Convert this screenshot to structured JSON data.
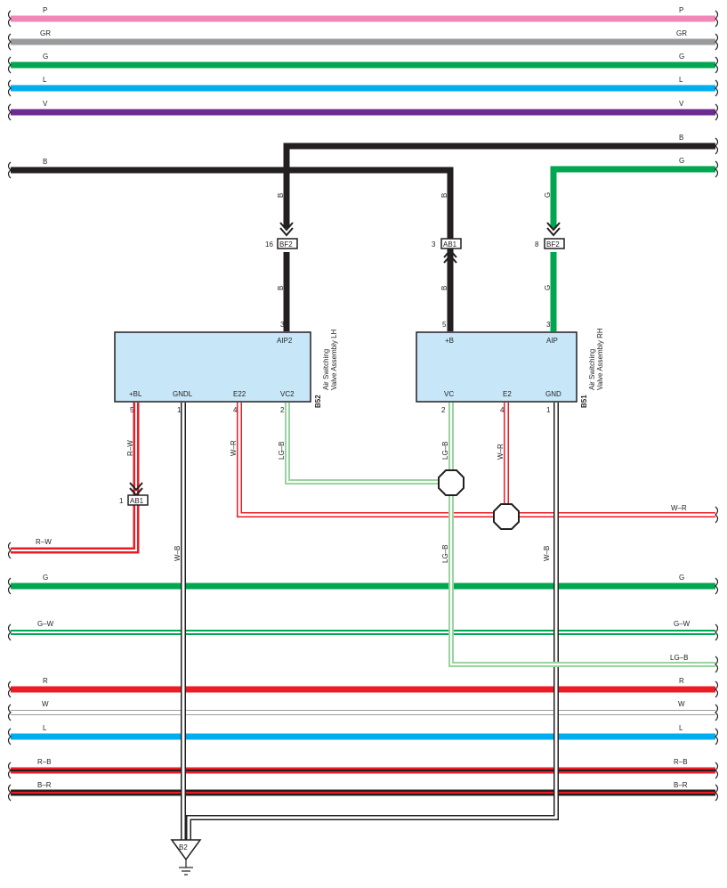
{
  "colors": {
    "P": "#ef87b7",
    "GR": "#9a9b9d",
    "G": "#00a650",
    "L": "#00aeef",
    "V": "#6d2c8f",
    "B": "#231f20",
    "R": "#ed1c24",
    "W": "#ffffff",
    "LG": "#b5dfb5",
    "component_fill": "#c7e7f8",
    "outline": "#231f20"
  },
  "top_wires": [
    {
      "code": "P",
      "label_left": "P",
      "label_right": "P"
    },
    {
      "code": "GR",
      "label_left": "GR",
      "label_right": "GR"
    },
    {
      "code": "G",
      "label_left": "G",
      "label_right": "G"
    },
    {
      "code": "L",
      "label_left": "L",
      "label_right": "L"
    },
    {
      "code": "V",
      "label_left": "V",
      "label_right": "V"
    }
  ],
  "power_wires": {
    "left_b": "B",
    "right_b": "B",
    "right_g": "G",
    "drop_b_1": "B",
    "drop_b_2": "B",
    "drop_g": "G",
    "below_bf2_b": "B",
    "below_ab1_b": "B",
    "below_bf2_g": "G"
  },
  "connectors": {
    "bf2_left": {
      "name": "BF2",
      "pin": "16"
    },
    "ab1_top": {
      "name": "AB1",
      "pin": "3"
    },
    "bf2_right": {
      "name": "BF2",
      "pin": "8"
    },
    "ab1_low": {
      "name": "AB1",
      "pin": "1"
    },
    "ground": {
      "name": "B2"
    }
  },
  "components": {
    "b52": {
      "id": "B52",
      "name_line1": "Air Switching",
      "name_line2": "Valve Assembly LH",
      "top_terminal": {
        "label": "AIP2",
        "pin": "3"
      },
      "bottom_terminals": [
        {
          "label": "+BL",
          "pin": "5"
        },
        {
          "label": "GNDL",
          "pin": "1"
        },
        {
          "label": "E22",
          "pin": "4"
        },
        {
          "label": "VC2",
          "pin": "2"
        }
      ]
    },
    "b51": {
      "id": "B51",
      "name_line1": "Air Switching",
      "name_line2": "Valve Assembly RH",
      "top_terminals": [
        {
          "label": "+B",
          "pin": "5"
        },
        {
          "label": "AIP",
          "pin": "3"
        }
      ],
      "bottom_terminals": [
        {
          "label": "VC",
          "pin": "2"
        },
        {
          "label": "E2",
          "pin": "4"
        },
        {
          "label": "GND",
          "pin": "1"
        }
      ]
    }
  },
  "vertical_wire_labels": {
    "rw": "R–W",
    "wr_left": "W–R",
    "lgb_left": "LG–B",
    "lgb_right": "LG–B",
    "wr_right": "W–R",
    "wb_left": "W–B",
    "lgb_lower": "LG–B",
    "wb_right": "W–B"
  },
  "bottom_wires": {
    "rw_out": "R–W",
    "wr_out": "W–R",
    "lgb_out": "LG–B",
    "g": {
      "left": "G",
      "right": "G"
    },
    "gw": {
      "left": "G–W",
      "right": "G–W"
    },
    "r": {
      "left": "R",
      "right": "R"
    },
    "w": {
      "left": "W",
      "right": "W"
    },
    "l": {
      "left": "L",
      "right": "L"
    },
    "rb": {
      "left": "R–B",
      "right": "R–B"
    },
    "br": {
      "left": "B–R",
      "right": "B–R"
    }
  }
}
